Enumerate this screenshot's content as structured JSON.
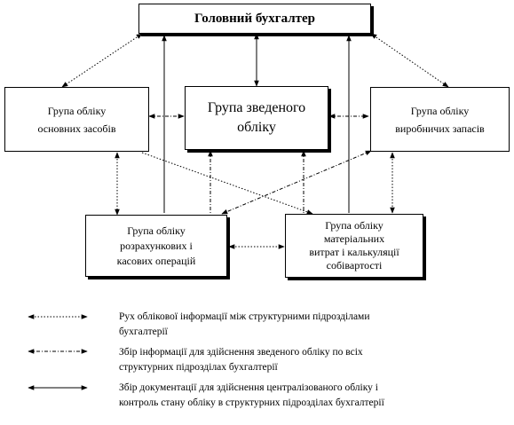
{
  "nodes": {
    "chief": "Головний бухгалтер",
    "fixed_assets": "Група обліку\nосновних засобів",
    "consolidated": "Група зведеного\nобліку",
    "production_stock": "Група обліку\nвиробничих запасів",
    "settlements": "Група обліку\nрозрахункових і\nкасових операцій",
    "material_costs": "Група обліку\nматеріальних\nвитрат і калькуляції\nсобівартості"
  },
  "legend": [
    {
      "line_style": "dotted",
      "text": "Рух облікової інформації між структурними підрозділами\nбухгалтерії"
    },
    {
      "line_style": "dash-dot",
      "text": "Збір інформації для здійснення зведеного обліку по всіх\nструктурних підрозділах бухгалтерії"
    },
    {
      "line_style": "solid",
      "text": "Збір документації для здійснення централізованого обліку і\nконтроль стану обліку в структурних підрозділах бухгалтерії"
    }
  ]
}
